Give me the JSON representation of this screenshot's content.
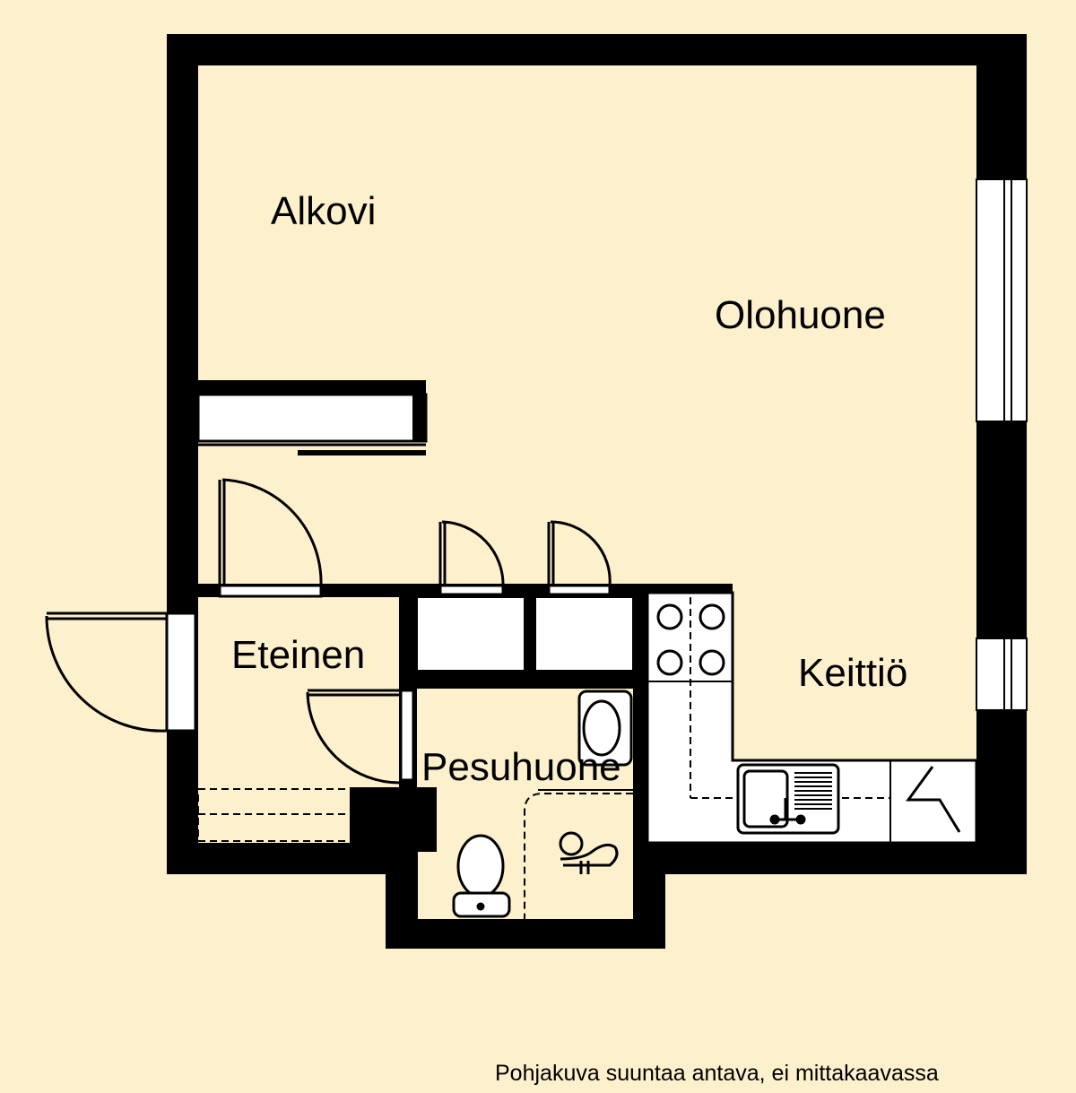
{
  "rooms": {
    "alkovi": "Alkovi",
    "olohuone": "Olohuone",
    "eteinen": "Eteinen",
    "pesuhuone": "Pesuhuone",
    "keittio": "Keittiö"
  },
  "disclaimer": "Pohjakuva suuntaa antava, ei mittakaavassa",
  "colors": {
    "background": "#fdf0cc",
    "wall": "#000000",
    "fixture_fill": "#ffffff"
  }
}
